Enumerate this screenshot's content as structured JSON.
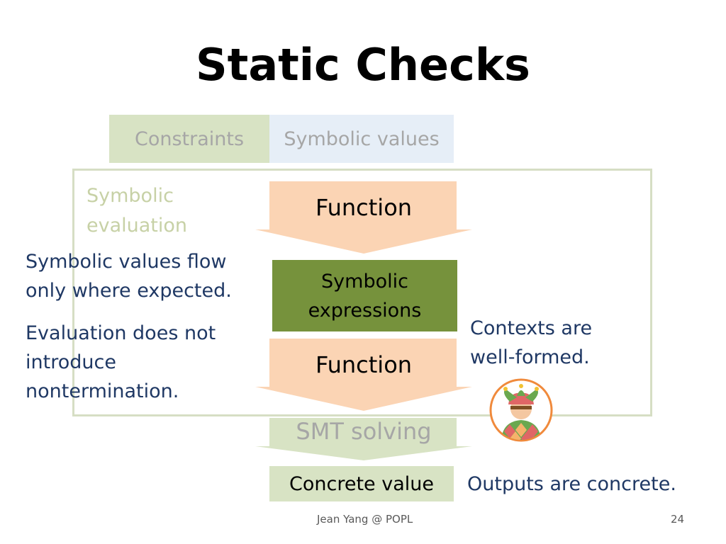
{
  "slide": {
    "title": "Static Checks",
    "tabs": {
      "constraints": "Constraints",
      "symbolic_values": "Symbolic values"
    },
    "symbolic_evaluation": "Symbolic evaluation",
    "flow": {
      "function_top": "Function",
      "symbolic_expressions_line1": "Symbolic",
      "symbolic_expressions_line2": "expressions",
      "function_bottom": "Function",
      "smt_solving": "SMT solving",
      "concrete_value": "Concrete value"
    },
    "notes": {
      "flow_line1": "Symbolic values flow",
      "flow_line2": "only where expected.",
      "term_line1": "Evaluation does not",
      "term_line2": "introduce",
      "term_line3": "nontermination.",
      "contexts_line1": "Contexts are",
      "contexts_line2": "well-formed.",
      "outputs": "Outputs are concrete."
    },
    "footer": {
      "author": "Jean Yang @ POPL",
      "page": "24"
    },
    "icons": {
      "mascot": "jester-avatar-icon"
    },
    "colors": {
      "arrow": "#fbd4b4",
      "smt_arrow": "#d8e3c4",
      "symbolic_expr_box": "#76923c",
      "note_text": "#1f3864"
    }
  }
}
